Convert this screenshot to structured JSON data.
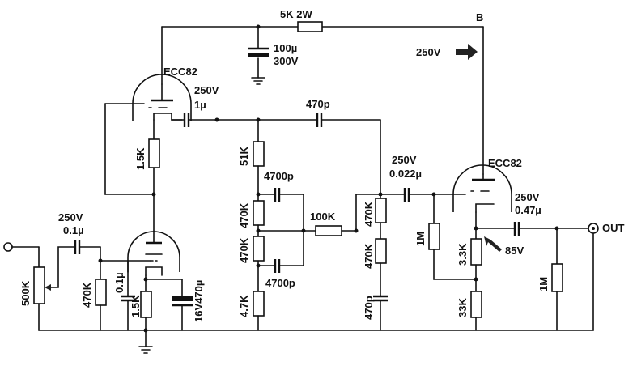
{
  "labels": {
    "b_node": "B",
    "r_supply": "5K 2W",
    "c_supply_value": "100µ",
    "c_supply_voltage": "300V",
    "tube_top": "ECC82",
    "c_out1_voltage": "250V",
    "c_out1_value": "1µ",
    "c_470p_top": "470p",
    "v_250_supply": "250V",
    "r_cathode1": "1.5K",
    "r_51k": "51K",
    "c_4700p_top": "4700p",
    "r_470k_a": "470K",
    "r_470k_b": "470K",
    "r_100k": "100K",
    "r_470k_right_top": "470K",
    "r_470k_right_bot": "470K",
    "c_4700p_bot": "4700p",
    "r_4_7k": "4.7K",
    "c_470p_bot": "470p",
    "c_in_voltage": "250V",
    "c_in_value": "0.1µ",
    "pot_500k": "500K",
    "r_470k_grid": "470K",
    "c_0_1": "0.1µ",
    "r_cathode2": "1.5K",
    "c_cathode2": "16V470µ",
    "c_coupling_voltage": "250V",
    "c_coupling_value": "0.022µ",
    "tube_right": "ECC82",
    "r_1m_grid": "1M",
    "r_3_3k": "3.3K",
    "r_33k": "33K",
    "v_85": "85V",
    "c_out_voltage": "250V",
    "c_out_value": "0.47µ",
    "r_1m_out": "1M",
    "out": "OUT"
  }
}
